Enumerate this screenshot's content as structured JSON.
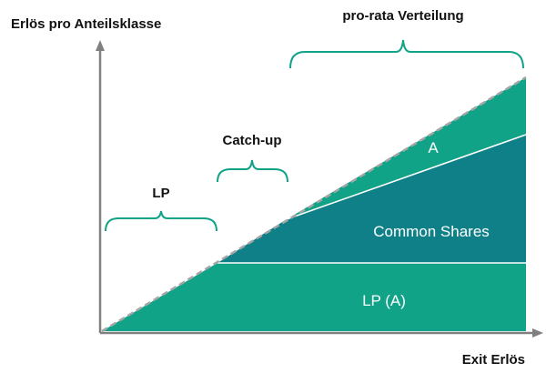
{
  "chart_data": {
    "type": "area",
    "title": "",
    "ylabel": "Erlös pro Anteilsklasse",
    "xlabel": "Exit Erlös",
    "phases": [
      {
        "label": "LP"
      },
      {
        "label": "Catch-up"
      },
      {
        "label": "pro-rata Verteilung"
      }
    ],
    "regions": [
      {
        "label": "LP (A)",
        "color": "#10a387"
      },
      {
        "label": "Common Shares",
        "color": "#0f8087"
      },
      {
        "label": "A",
        "color": "#10a387"
      }
    ],
    "reference_line": {
      "style": "dashed",
      "color": "#a6a6a6"
    },
    "axis_color": "#808080"
  }
}
